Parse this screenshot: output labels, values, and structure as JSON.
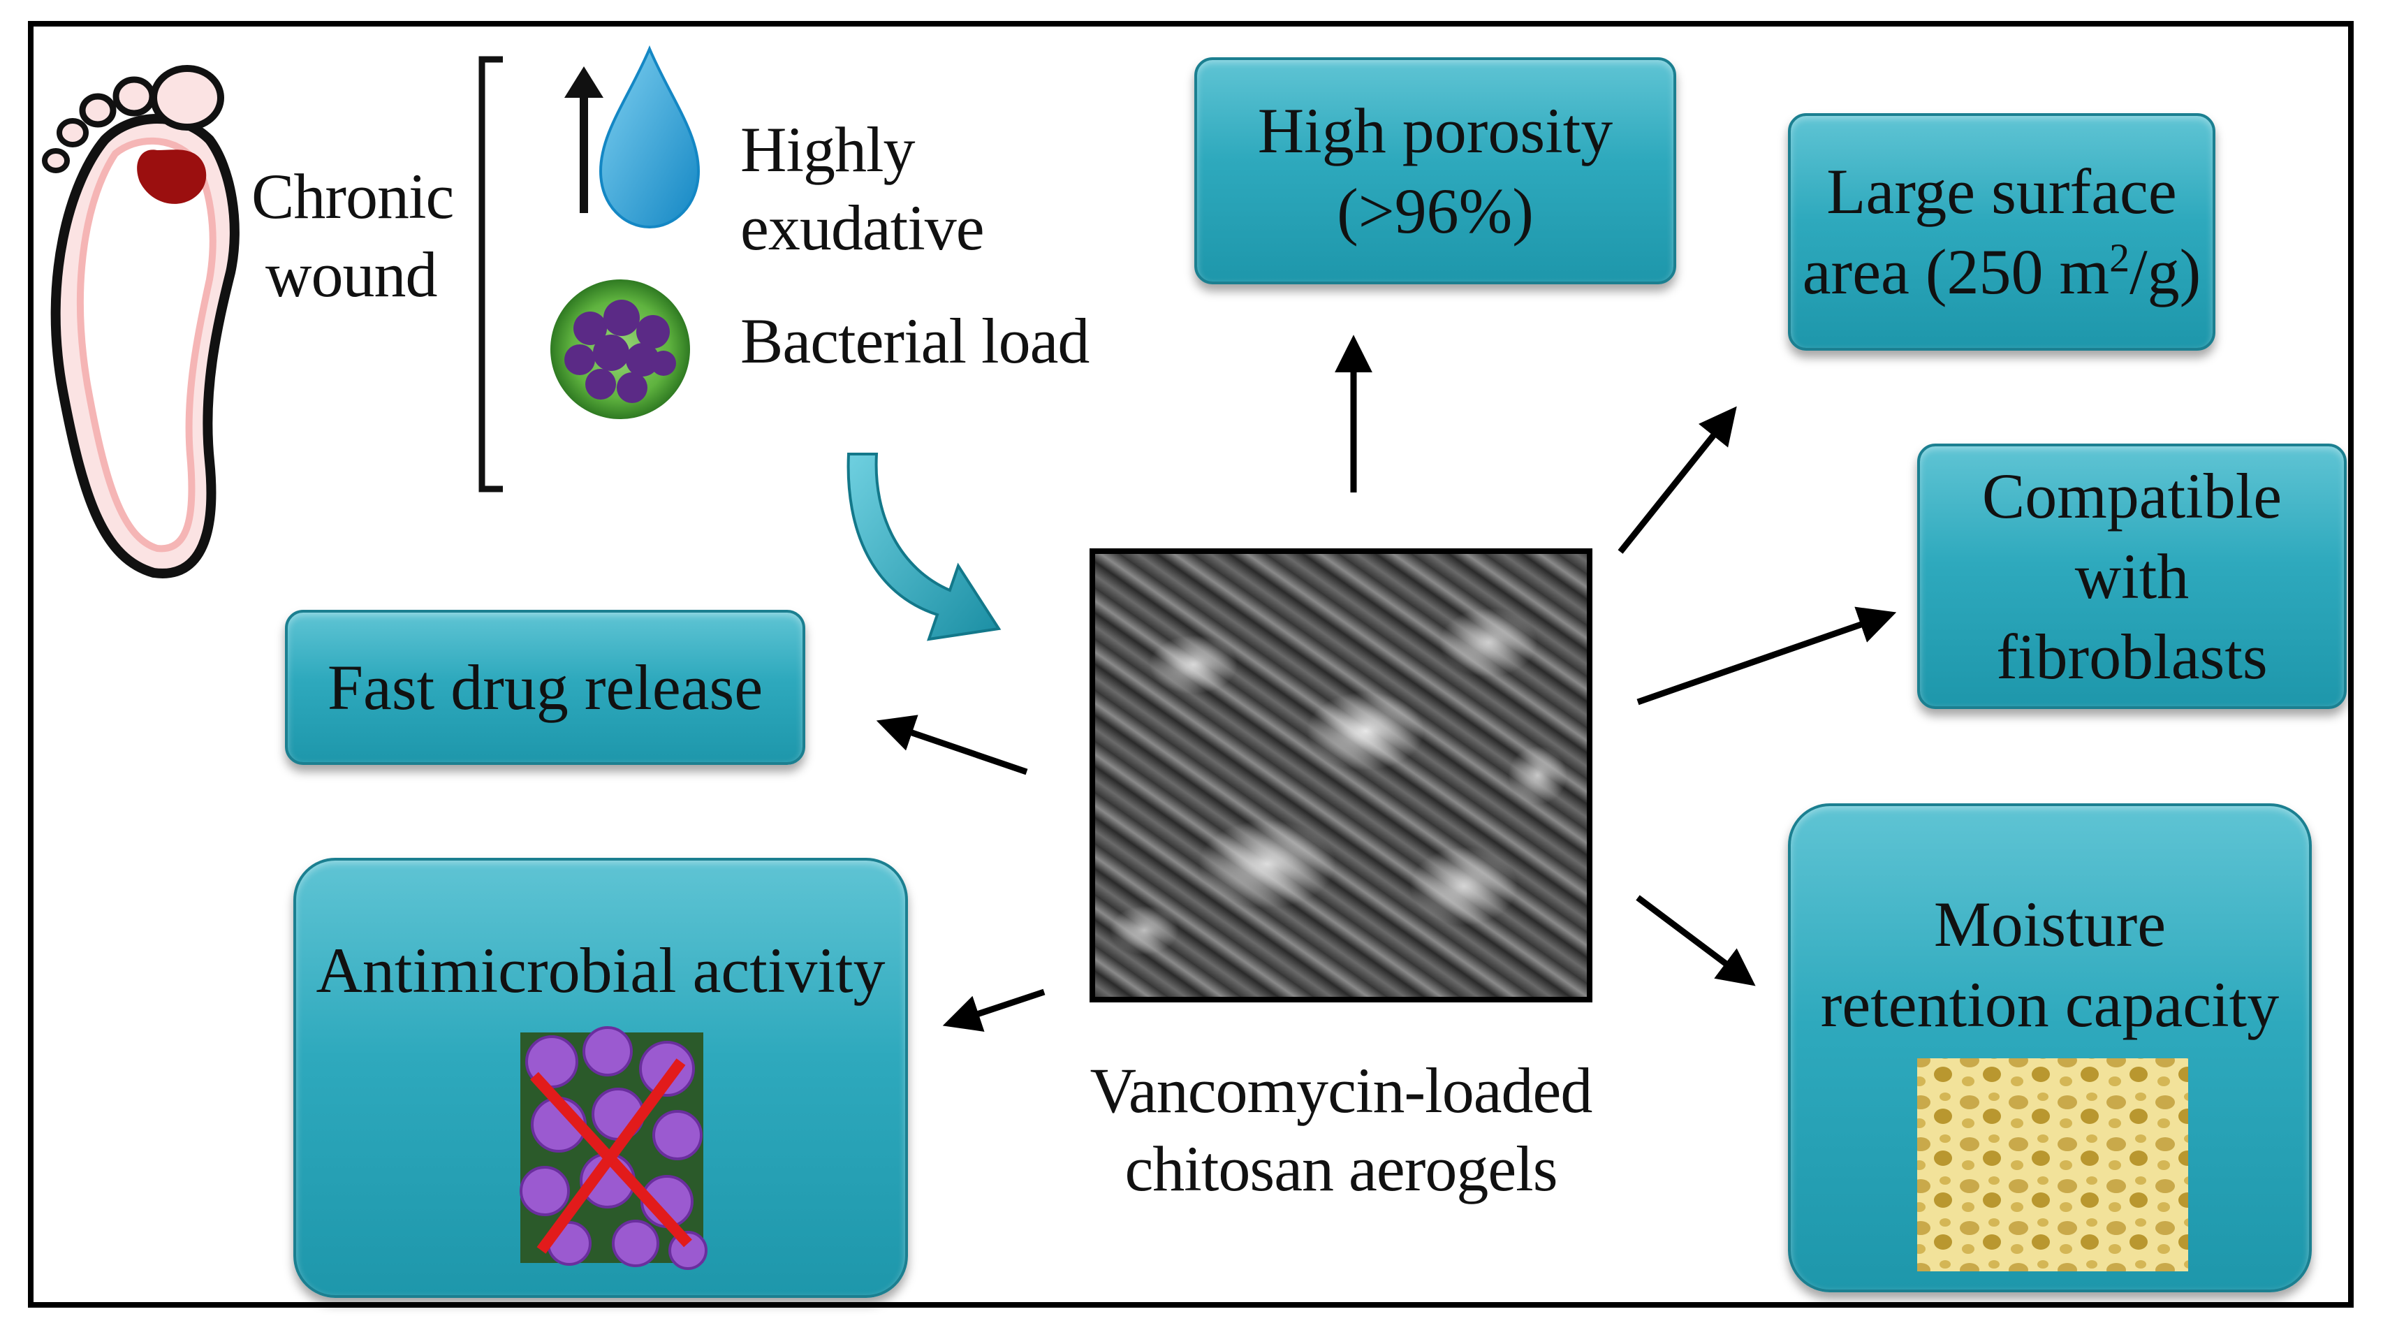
{
  "wound": {
    "label_line1": "Chronic",
    "label_line2": "wound"
  },
  "conditions": {
    "exudate": "Highly exudative",
    "bacteria": "Bacterial load"
  },
  "center": {
    "caption_line1": "Vancomycin-loaded",
    "caption_line2": "chitosan aerogels"
  },
  "properties": {
    "porosity_line1": "High porosity",
    "porosity_line2": "(>96%)",
    "surface_line1": "Large surface",
    "surface_line2_pre": "area (250 m",
    "surface_sup": "2",
    "surface_line2_post": "/g)",
    "fibroblasts_line1": "Compatible with",
    "fibroblasts_line2": "fibroblasts",
    "moisture_line1": "Moisture",
    "moisture_line2": "retention capacity",
    "drug_release": "Fast drug release",
    "antimicrobial": "Antimicrobial activity"
  },
  "colors": {
    "box_fill": "#2ea9bd",
    "box_border": "#1b7f90",
    "wound_red": "#9b0f0f",
    "water_blue": "#2aa6d6",
    "bacteria_green": "#6dbf4a",
    "bacteria_purple": "#5b2a86",
    "cross_red": "#e21b1b",
    "sponge_yellow": "#e8d27a"
  },
  "icons": [
    "foot-icon",
    "water-drop-icon",
    "bacteria-icon",
    "up-arrow-icon",
    "curved-arrow-icon",
    "sem-image",
    "bacteria-crossed-image",
    "sponge-image"
  ]
}
